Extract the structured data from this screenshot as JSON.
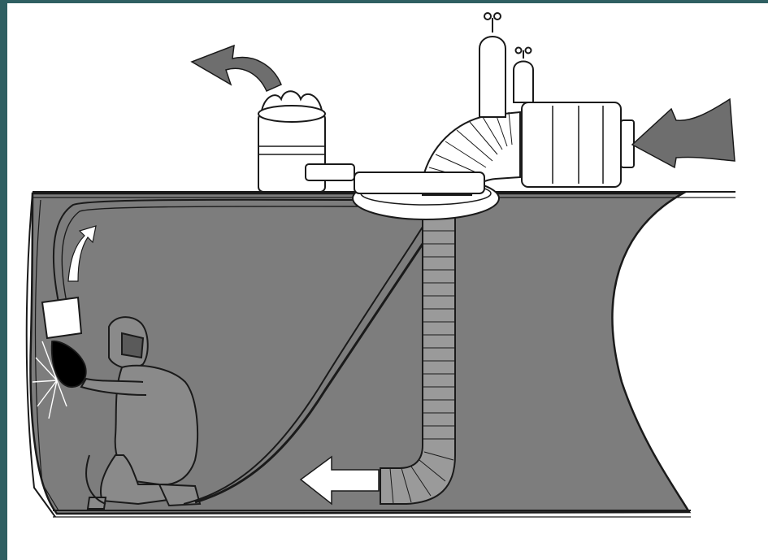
{
  "diagram": {
    "subject": "confined-space-welding-ventilation",
    "colors": {
      "frame": "#2f5f62",
      "tank_interior": "#7d7d7d",
      "line": "#1a1a1a",
      "equipment_fill": "#ffffff",
      "intake_arrow": "#6e6e6e",
      "exhaust_arrow": "#6e6e6e",
      "flow_arrow": "#ffffff"
    },
    "arrows": [
      {
        "name": "exhaust-outflow",
        "direction": "up-left"
      },
      {
        "name": "fresh-air-intake",
        "direction": "left"
      },
      {
        "name": "floor-supply-flow",
        "direction": "left"
      },
      {
        "name": "fume-extraction-flow",
        "direction": "up"
      }
    ]
  }
}
